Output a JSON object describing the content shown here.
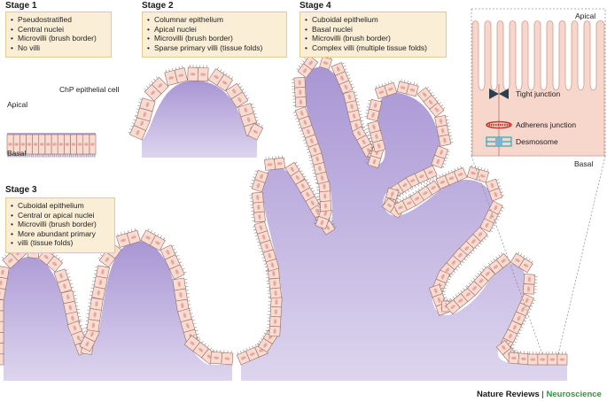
{
  "stage1": {
    "title": "Stage 1",
    "bullets": [
      "Pseudostratified",
      "Central nuclei",
      "Microvilli (brush border)",
      "No villi"
    ],
    "label_apical": "Apical",
    "label_basal": "Basal",
    "label_cell": "ChP epithelial cell"
  },
  "stage2": {
    "title": "Stage 2",
    "bullets": [
      "Columnar epithelium",
      "Apical nuclei",
      "Microvilli (brush border)",
      "Sparse primary villi (tissue folds)"
    ]
  },
  "stage3": {
    "title": "Stage 3",
    "bullets": [
      "Cuboidal epithelium",
      "Central or apical nuclei",
      "Microvilli (brush border)",
      "More abundant primary",
      "villi (tissue folds)"
    ]
  },
  "stage4": {
    "title": "Stage 4",
    "bullets": [
      "Cuboidal epithelium",
      "Basal nuclei",
      "Microvilli (brush border)",
      "Complex villi (multiple tissue folds)"
    ]
  },
  "inset": {
    "label_apical": "Apical",
    "label_basal": "Basal",
    "label_tight": "Tight junction",
    "label_adherens": "Adherens junction",
    "label_desmosome": "Desmosome"
  },
  "colors": {
    "tissue": "#b9a8db",
    "cell_fill": "#f8dcd2",
    "cell_stroke": "#9a6a62",
    "nucleus": "#e8a79a",
    "box_fill": "#fbeed6",
    "tight_junction": "#2c3e50",
    "adherens_junction": "#c0392b",
    "desmosome": "#2aa8b8",
    "journal_green": "#2a9a3a"
  },
  "credit": {
    "journal": "Nature Reviews",
    "separator": "|",
    "subjournal": "Neuroscience"
  }
}
